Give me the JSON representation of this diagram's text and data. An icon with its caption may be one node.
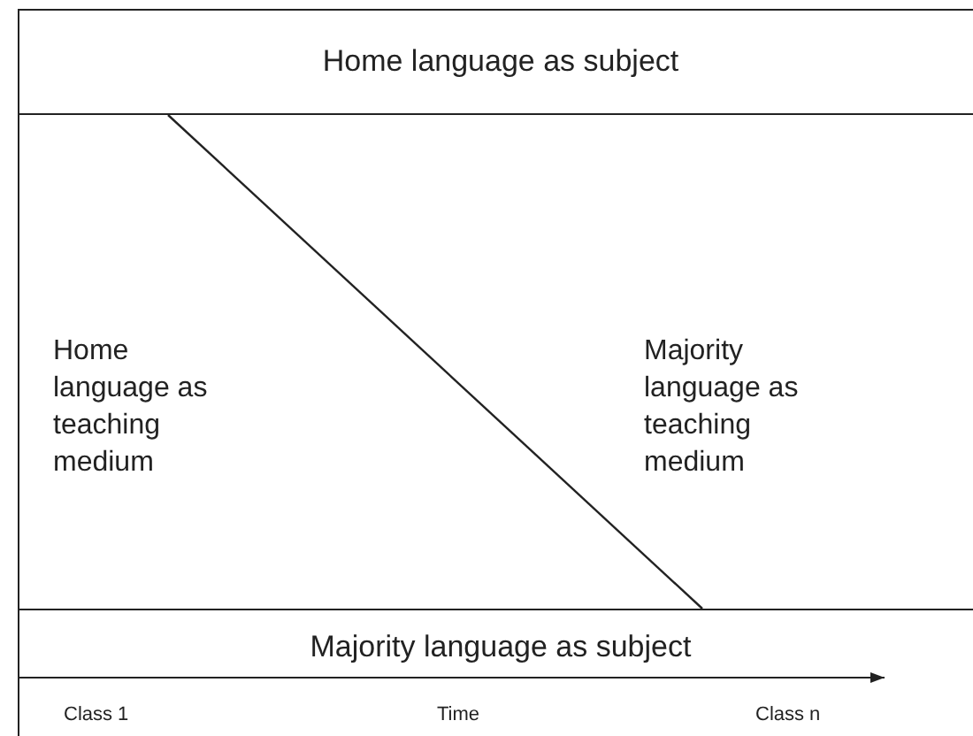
{
  "diagram": {
    "nodes": [
      {
        "text": [
          "Home language as subject"
        ]
      },
      {
        "text": [
          "Home language as teaching medium"
        ]
      },
      {
        "text": [
          "Majority language as teaching medium"
        ]
      },
      {
        "text": [
          "Majority language as subject"
        ]
      }
    ],
    "labels": [
      "Class 1",
      "Time",
      "Class n"
    ]
  }
}
